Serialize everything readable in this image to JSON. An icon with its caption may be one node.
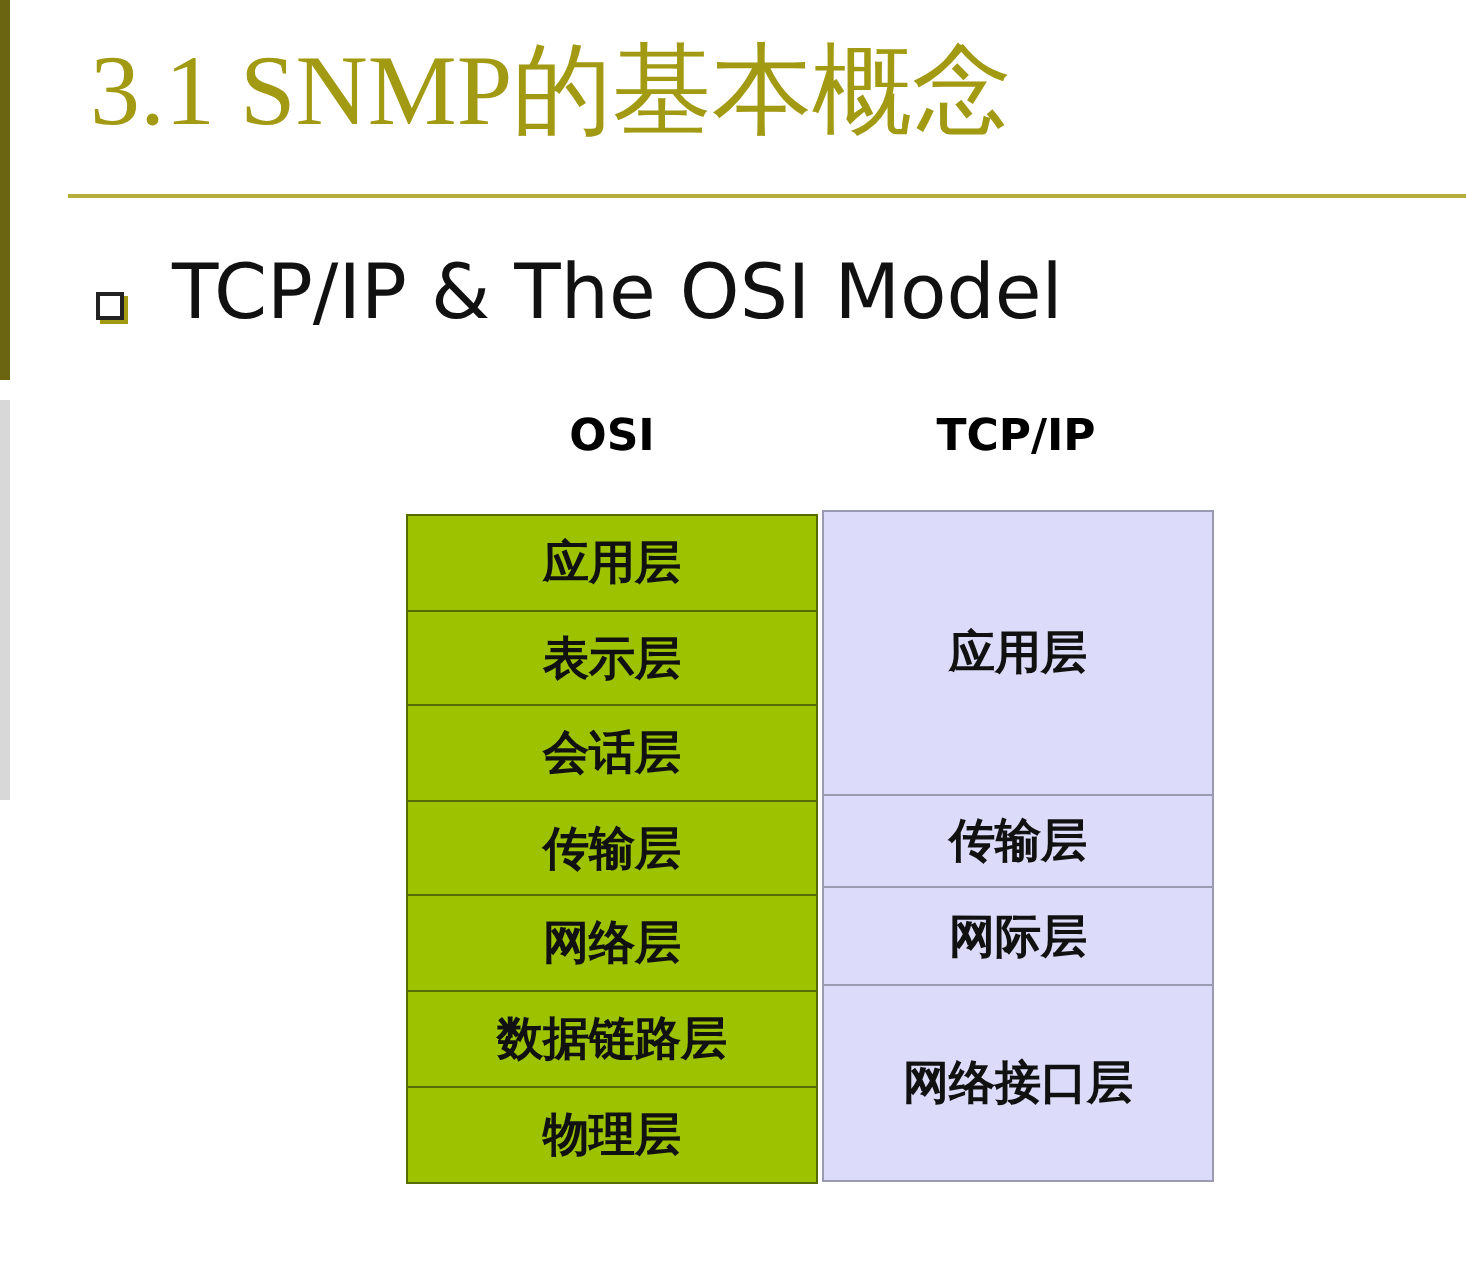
{
  "diagram": {
    "title": "3.1 SNMP的基本概念",
    "nodes": [
      {
        "text": [
          "应用层"
        ]
      },
      {
        "text": [
          "表示层"
        ]
      },
      {
        "text": [
          "会话层"
        ]
      },
      {
        "text": [
          "传输层"
        ]
      },
      {
        "text": [
          "网络层"
        ]
      },
      {
        "text": [
          "数据链路层"
        ]
      },
      {
        "text": [
          "物理层"
        ]
      },
      {
        "text": [
          "应用层"
        ]
      },
      {
        "text": [
          "传输层"
        ]
      },
      {
        "text": [
          "网际层"
        ]
      },
      {
        "text": [
          "网络接口层"
        ]
      }
    ],
    "labels": [
      "TCP/IP & The OSI Model",
      "OSI",
      "TCP/IP"
    ]
  }
}
